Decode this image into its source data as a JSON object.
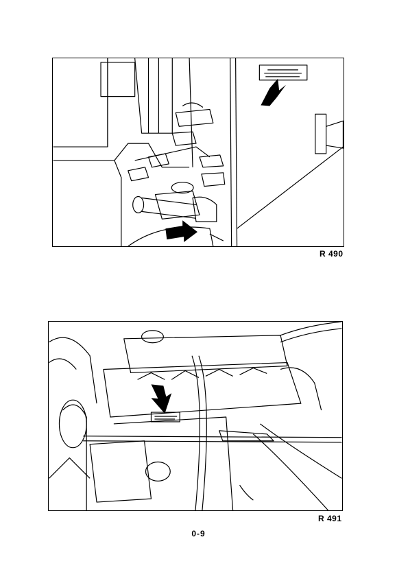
{
  "figures": [
    {
      "label": "R 490",
      "icons": [
        "arrow-icon",
        "arrow-icon"
      ]
    },
    {
      "label": "R 491",
      "icons": [
        "arrow-icon"
      ]
    }
  ],
  "page_number": "0-9"
}
